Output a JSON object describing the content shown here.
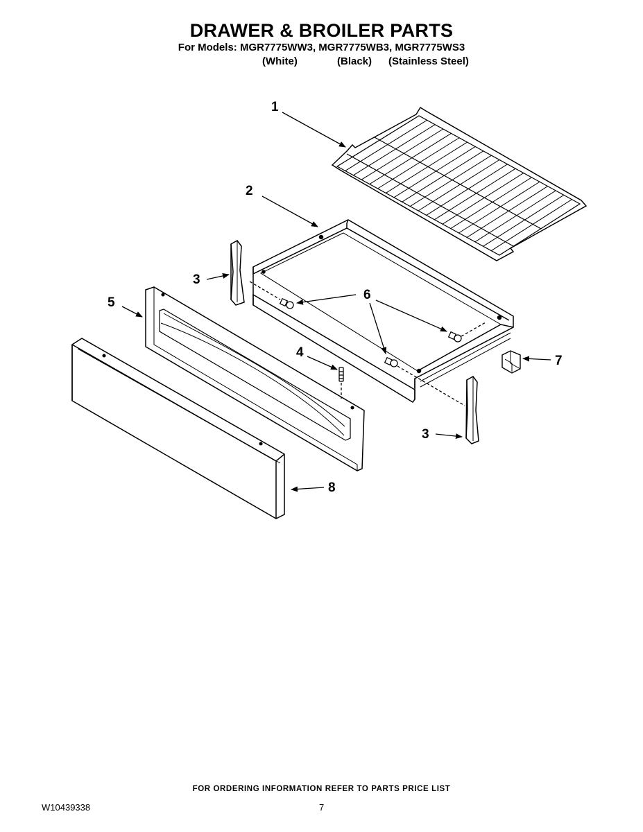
{
  "header": {
    "title": "DRAWER & BROILER PARTS",
    "models": "For Models: MGR7775WW3, MGR7775WB3, MGR7775WS3",
    "variants": [
      "(White)",
      "(Black)",
      "(Stainless Steel)"
    ]
  },
  "callouts": [
    "1",
    "2",
    "3",
    "3",
    "4",
    "5",
    "6",
    "7",
    "8"
  ],
  "footer": {
    "note": "FOR ORDERING INFORMATION REFER TO PARTS PRICE LIST",
    "doc_number": "W10439338",
    "page_number": "7"
  }
}
